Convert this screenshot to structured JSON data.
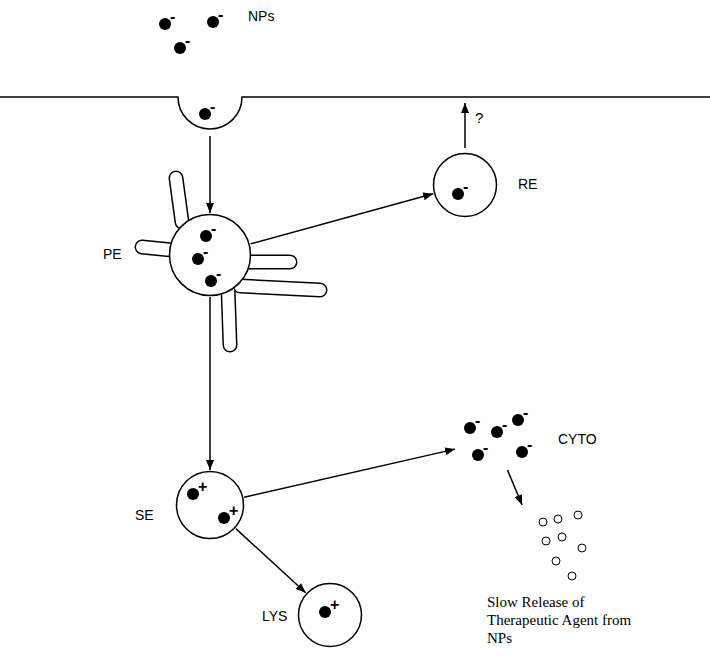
{
  "diagram": {
    "nodes": [
      {
        "text": [
          "NPs"
        ]
      },
      {
        "text": [
          "PE"
        ]
      },
      {
        "text": [
          "RE"
        ]
      },
      {
        "text": [
          "SE"
        ]
      },
      {
        "text": [
          "CYTO"
        ]
      },
      {
        "text": [
          "LYS"
        ]
      },
      {
        "text": [
          "Slow Release of Therapeutic Agent from NPs"
        ]
      }
    ],
    "edges": [
      {
        "from": 0,
        "to": 1,
        "arrow": "to"
      },
      {
        "from": 1,
        "to": 2,
        "arrow": "to"
      },
      {
        "from": 1,
        "to": 3,
        "arrow": "to"
      },
      {
        "from": 3,
        "to": 4,
        "arrow": "to"
      },
      {
        "from": 3,
        "to": 5,
        "arrow": "to"
      },
      {
        "from": 4,
        "to": 6,
        "arrow": "to"
      }
    ],
    "labels": [
      "-",
      "-",
      "-",
      "-",
      "-",
      "-",
      "-",
      "-",
      "?",
      "+",
      "+",
      "-",
      "-",
      "-",
      "-",
      "-",
      "+"
    ]
  }
}
